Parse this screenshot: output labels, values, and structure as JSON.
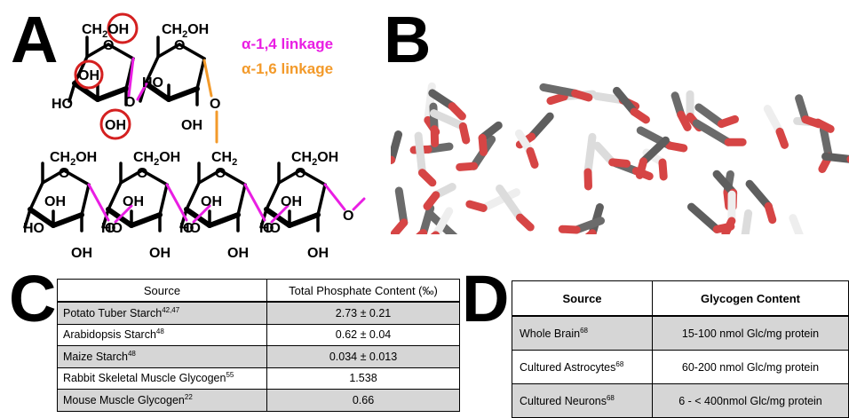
{
  "panels": {
    "a": "A",
    "b": "B",
    "c": "C",
    "d": "D"
  },
  "legend": {
    "alpha14": "α-1,4 linkage",
    "alpha16": "α-1,6 linkage",
    "color14": "#e91ee3",
    "color16": "#f39a2a"
  },
  "chem": {
    "ch2oh": "CH",
    "sub2": "2",
    "oh": "OH",
    "ho": "HO",
    "o": "O",
    "ch2": "CH",
    "highlight_color": "#d42020"
  },
  "table_c": {
    "headers": [
      "Source",
      "Total Phosphate Content (‰)"
    ],
    "rows": [
      {
        "source": "Potato Tuber Starch",
        "ref": "42,47",
        "value": "2.73 ± 0.21"
      },
      {
        "source": "Arabidopsis Starch",
        "ref": "48",
        "value": "0.62 ± 0.04"
      },
      {
        "source": "Maize Starch",
        "ref": "48",
        "value": "0.034 ± 0.013"
      },
      {
        "source": "Rabbit Skeletal Muscle Glycogen",
        "ref": "55",
        "value": "1.538"
      },
      {
        "source": "Mouse Muscle Glycogen",
        "ref": "22",
        "value": "0.66"
      }
    ]
  },
  "table_d": {
    "headers": [
      "Source",
      "Glycogen Content"
    ],
    "rows": [
      {
        "source": "Whole Brain",
        "ref": "68",
        "value": "15-100 nmol Glc/mg protein"
      },
      {
        "source": "Cultured Astrocytes",
        "ref": "68",
        "value": "60-200 nmol Glc/mg protein"
      },
      {
        "source": "Cultured Neurons",
        "ref": "68",
        "value": "6 - < 400nmol Glc/mg protein"
      }
    ]
  }
}
